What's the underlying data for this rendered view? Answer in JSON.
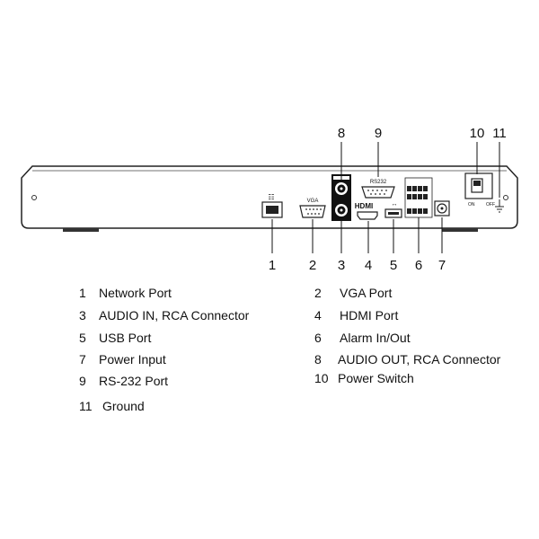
{
  "panel": {
    "vga_label": "VGA",
    "rs232_label": "RS232",
    "hdmi_label": "HDMI",
    "on_label": "ON",
    "off_label": "OFF"
  },
  "callouts": {
    "bottom": [
      "1",
      "2",
      "3",
      "4",
      "5",
      "6",
      "7"
    ],
    "top": [
      "8",
      "9",
      "10",
      "11"
    ]
  },
  "legend": [
    {
      "num": "1",
      "label": "Network Port"
    },
    {
      "num": "2",
      "label": "VGA Port"
    },
    {
      "num": "3",
      "label": "AUDIO IN, RCA Connector"
    },
    {
      "num": "4",
      "label": "HDMI Port"
    },
    {
      "num": "5",
      "label": "USB Port"
    },
    {
      "num": "6",
      "label": "Alarm In/Out"
    },
    {
      "num": "7",
      "label": "Power Input"
    },
    {
      "num": "8",
      "label": "AUDIO OUT, RCA Connector"
    },
    {
      "num": "9",
      "label": "RS-232 Port"
    },
    {
      "num": "10",
      "label": "Power Switch"
    },
    {
      "num": "11",
      "label": "Ground"
    }
  ]
}
